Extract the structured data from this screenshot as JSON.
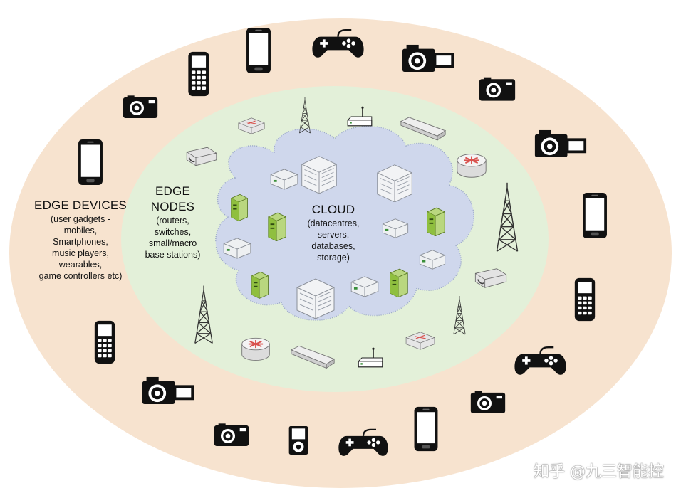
{
  "colors": {
    "outer_ring": "#f7e3cf",
    "middle_ring": "#e3f0d9",
    "cloud": "#cfd7ec",
    "cloud_edge": "#9aa7c8",
    "device_dark": "#111111",
    "server_green": "#8fbf3f",
    "server_grey": "#e9eaec"
  },
  "labels": {
    "edge_devices": {
      "title": "EDGE DEVICES",
      "lines": [
        "(user gadgets -",
        "mobiles,",
        "Smartphones,",
        "music players,",
        "wearables,",
        "game controllers etc)"
      ]
    },
    "edge_nodes": {
      "title_line1": "EDGE",
      "title_line2": "NODES",
      "lines": [
        "(routers,",
        "switches,",
        "small/macro",
        "base stations)"
      ]
    },
    "cloud": {
      "title": "CLOUD",
      "lines": [
        "(datacentres,",
        "servers,",
        "databases,",
        "storage)"
      ]
    }
  },
  "watermark": "知乎 @九三智能控",
  "icons": {
    "outer_ring": [
      "smartphone-icon",
      "gamepad-icon",
      "video-camera-icon",
      "camera-icon",
      "mobile-phone-icon",
      "music-player-icon"
    ],
    "middle_ring": [
      "router-icon",
      "switch-icon",
      "cell-tower-icon",
      "wireless-access-point-icon"
    ],
    "cloud": [
      "server-icon",
      "storage-array-icon",
      "database-icon"
    ]
  }
}
